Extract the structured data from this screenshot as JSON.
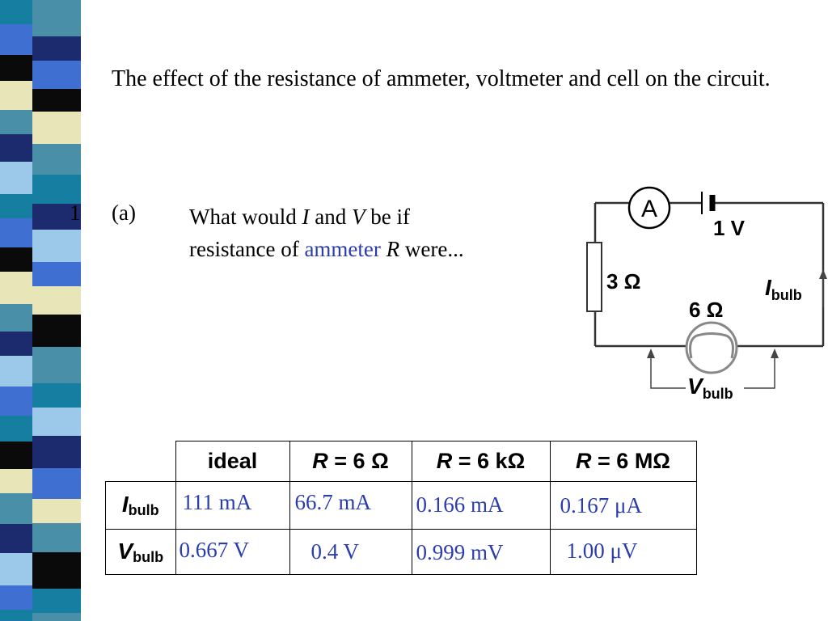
{
  "title": "The effect of the resistance of ammeter, voltmeter and cell on the circuit.",
  "question": {
    "number": "1",
    "part": "(a)",
    "text_1": "What would ",
    "var_i": "I",
    "text_2": " and ",
    "var_v": "V",
    "text_3": " be if resistance of ",
    "ammeter_word": "ammeter",
    "var_r": "R",
    "text_4": " were..."
  },
  "circuit": {
    "ammeter_symbol": "A",
    "cell_voltage": "1 V",
    "resistor_label": "3 Ω",
    "bulb_label": "6 Ω",
    "current_label_main": "I",
    "current_label_sub": "bulb",
    "voltage_label_main": "V",
    "voltage_label_sub": "bulb"
  },
  "table": {
    "headers": [
      {
        "pre": "ideal",
        "var": "",
        "post": ""
      },
      {
        "pre": "",
        "var": "R",
        "post": " = 6 Ω"
      },
      {
        "pre": "",
        "var": "R",
        "post": " = 6 kΩ"
      },
      {
        "pre": "",
        "var": "R",
        "post": " = 6 MΩ"
      }
    ],
    "rows": [
      {
        "label_main": "I",
        "label_sub": "bulb",
        "values": [
          "111 mA",
          "66.7 mA",
          "0.166 mA",
          "0.167 μA"
        ]
      },
      {
        "label_main": "V",
        "label_sub": "bulb",
        "values": [
          "0.667 V",
          "0.4 V",
          "0.999 mV",
          "1.00 μV"
        ]
      }
    ]
  },
  "colors": {
    "text": "#000000",
    "accent_blue": "#2b3dae",
    "strip": [
      "#4a8fa8",
      "#1b2b6e",
      "#e8e6b8",
      "#3f6fd0",
      "#0a0a0a",
      "#9cc8ea",
      "#167ea0",
      "#ffffff"
    ]
  }
}
